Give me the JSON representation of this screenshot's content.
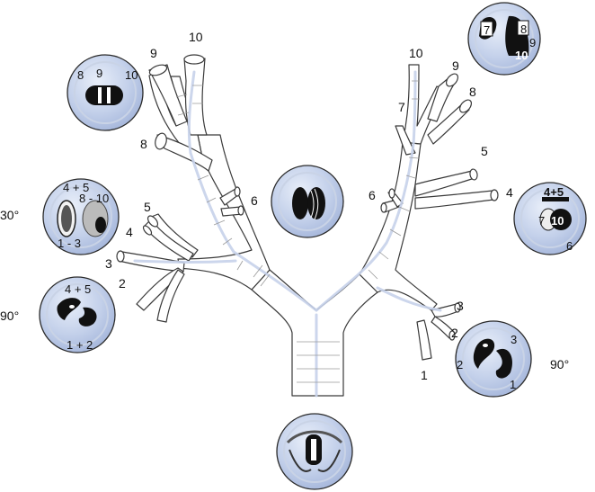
{
  "labels": {
    "right_upper_10": "10",
    "right_upper_9": "9",
    "right_upper_8": "8",
    "right_middle_6": "6",
    "right_lower_5": "5",
    "right_lower_4": "4",
    "right_lower_3": "3",
    "right_lower_2": "2",
    "left_upper_10": "10",
    "left_upper_9": "9",
    "left_upper_8": "8",
    "left_upper_7": "7",
    "left_middle_6": "6",
    "left_middle_5": "5",
    "left_middle_4": "4",
    "left_lower_3": "3",
    "left_lower_2": "2",
    "left_lower_1": "1"
  },
  "angles": {
    "left_30": "30°",
    "left_90": "90°",
    "right_90": "90°"
  },
  "views": {
    "upper_left": {
      "a": "8",
      "b": "9",
      "c": "10"
    },
    "mid_left": {
      "top": "4 + 5",
      "mid": "8 - 10",
      "bottom": "1 - 3"
    },
    "lower_left": {
      "top": "4 + 5",
      "bottom": "1 + 2"
    },
    "top_right": {
      "a": "7",
      "b": "8",
      "c": "9",
      "d": "10"
    },
    "mid_right": {
      "top": "4+5",
      "a": "7",
      "b": "10",
      "c": "6"
    },
    "lower_right": {
      "a": "3",
      "b": "2",
      "c": "1"
    }
  },
  "colors": {
    "lens_fill": "#b7c6e6",
    "lens_highlight": "#e8eef9",
    "dark": "#111111"
  }
}
